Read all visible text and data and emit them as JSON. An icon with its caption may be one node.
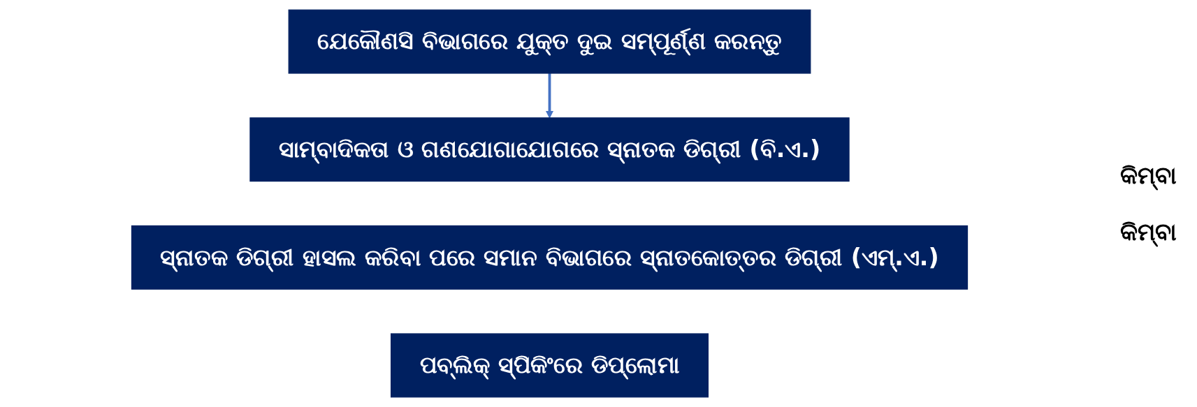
{
  "diagram": {
    "nodes": [
      {
        "text": [
          "ଯେକୌଣସି ବିଭାଗରେ ଯୁକ୍ତ ଦୁଇ ସମ୍ପୂର୍ଣ୍ଣ କରନ୍ତୁ"
        ]
      },
      {
        "text": [
          "ସାମ୍ବାଦିକତା ଓ ଗଣଯୋଗାଯୋଗରେ ସ୍ନାତକ ଡିଗ୍ରୀ (ବି.ଏ.)"
        ]
      },
      {
        "text": [
          "ସ୍ନାତକ ଡିଗ୍ରୀ ହାସଲ କରିବା ପରେ ସମାନ ବିଭାଗରେ ସ୍ନାତକୋତ୍ତର ଡିଗ୍ରୀ (ଏମ୍.ଏ.)"
        ]
      },
      {
        "text": [
          "ପବ୍ଲିକ୍ ସ୍ପିକିଂରେ ଡିପ୍ଲୋମା"
        ]
      }
    ],
    "edges": [
      {
        "from": 0,
        "to": 1,
        "arrow": "to"
      }
    ],
    "labels": [
      "କିମ୍ବା",
      "କିମ୍ବା"
    ]
  }
}
